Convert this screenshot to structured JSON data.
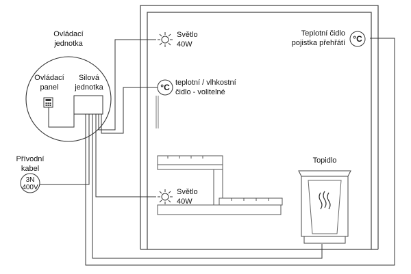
{
  "labels": {
    "control_unit_l1": "Ovládací",
    "control_unit_l2": "jednotka",
    "control_panel_l1": "Ovládací",
    "control_panel_l2": "panel",
    "power_unit_l1": "Silová",
    "power_unit_l2": "jednotka",
    "light_top_l1": "Světlo",
    "light_top_l2": "40W",
    "light_bottom_l1": "Světlo",
    "light_bottom_l2": "40W",
    "humidity_sensor_l1": "teplotní / vlhkostní",
    "humidity_sensor_l2": "čidlo - volitelné",
    "temp_sensor_l1": "Teplotní čidlo",
    "temp_sensor_l2": "pojistka přehřátí",
    "supply_cable_l1": "Přívodní",
    "supply_cable_l2": "kabel",
    "supply_spec_l1": "3N",
    "supply_spec_l2": "400V",
    "heater": "Topidlo",
    "degree_symbol": "°C"
  },
  "colors": {
    "line": "#333333",
    "wall": "#444444",
    "background": "#ffffff"
  },
  "icons": {
    "light": "sun-lamp-icon",
    "sensor": "thermometer-celsius-icon",
    "heat": "heat-wave-icon",
    "panel": "keypad-icon"
  }
}
